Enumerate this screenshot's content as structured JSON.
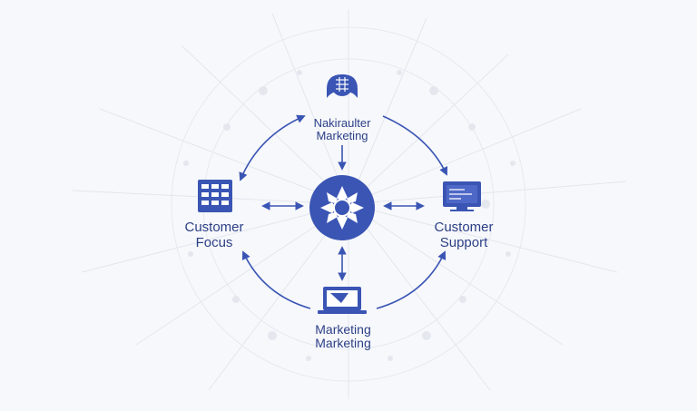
{
  "colors": {
    "accent": "#3a55b4",
    "text": "#2b3f86",
    "background": "#f7f8fb",
    "faint": "#d3d8e2"
  },
  "nodes": {
    "top": {
      "line1": "Nakiraulter",
      "line2": "Marketing",
      "icon": "person-head-icon"
    },
    "left": {
      "line1": "Customer",
      "line2": "Focus",
      "icon": "grid-table-icon"
    },
    "right": {
      "line1": "Customer",
      "line2": "Support",
      "icon": "monitor-icon"
    },
    "bottom": {
      "line1": "Marketing",
      "line2": "Marketing",
      "icon": "laptop-icon"
    },
    "center": {
      "icon": "gear-snowflake-icon"
    }
  }
}
